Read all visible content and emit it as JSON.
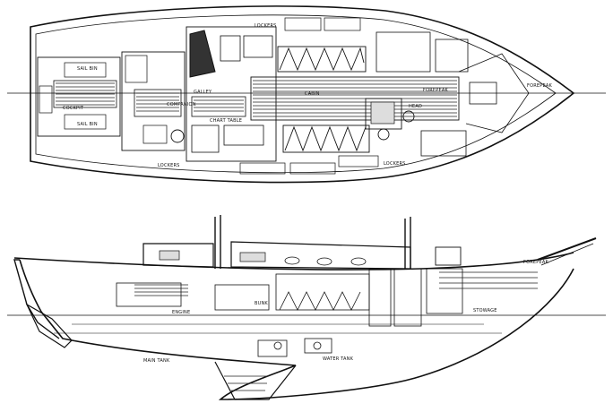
{
  "plan_view": {
    "labels": {
      "cockpit": "COCKPIT",
      "cabin": "CABIN",
      "companion": "COMPANION",
      "forepeak_plan": "FOREPEAK",
      "forepeak_tip": "FOREPEAK",
      "galley": "GALLEY",
      "chart_table": "CHART TABLE",
      "head": "HEAD",
      "lockers_aft": "LOCKERS",
      "lockers_top": "LOCKERS",
      "lockers_bottom": "LOCKERS",
      "sail_bin_port": "SAIL BIN",
      "sail_bin_stbd": "SAIL BIN"
    }
  },
  "profile_view": {
    "labels": {
      "forepeak": "FOREPEAK",
      "engine": "ENGINE",
      "stowage": "STOWAGE",
      "main_tank": "MAIN TANK",
      "water_tank": "WATER TANK",
      "bunk": "BUNK"
    }
  }
}
